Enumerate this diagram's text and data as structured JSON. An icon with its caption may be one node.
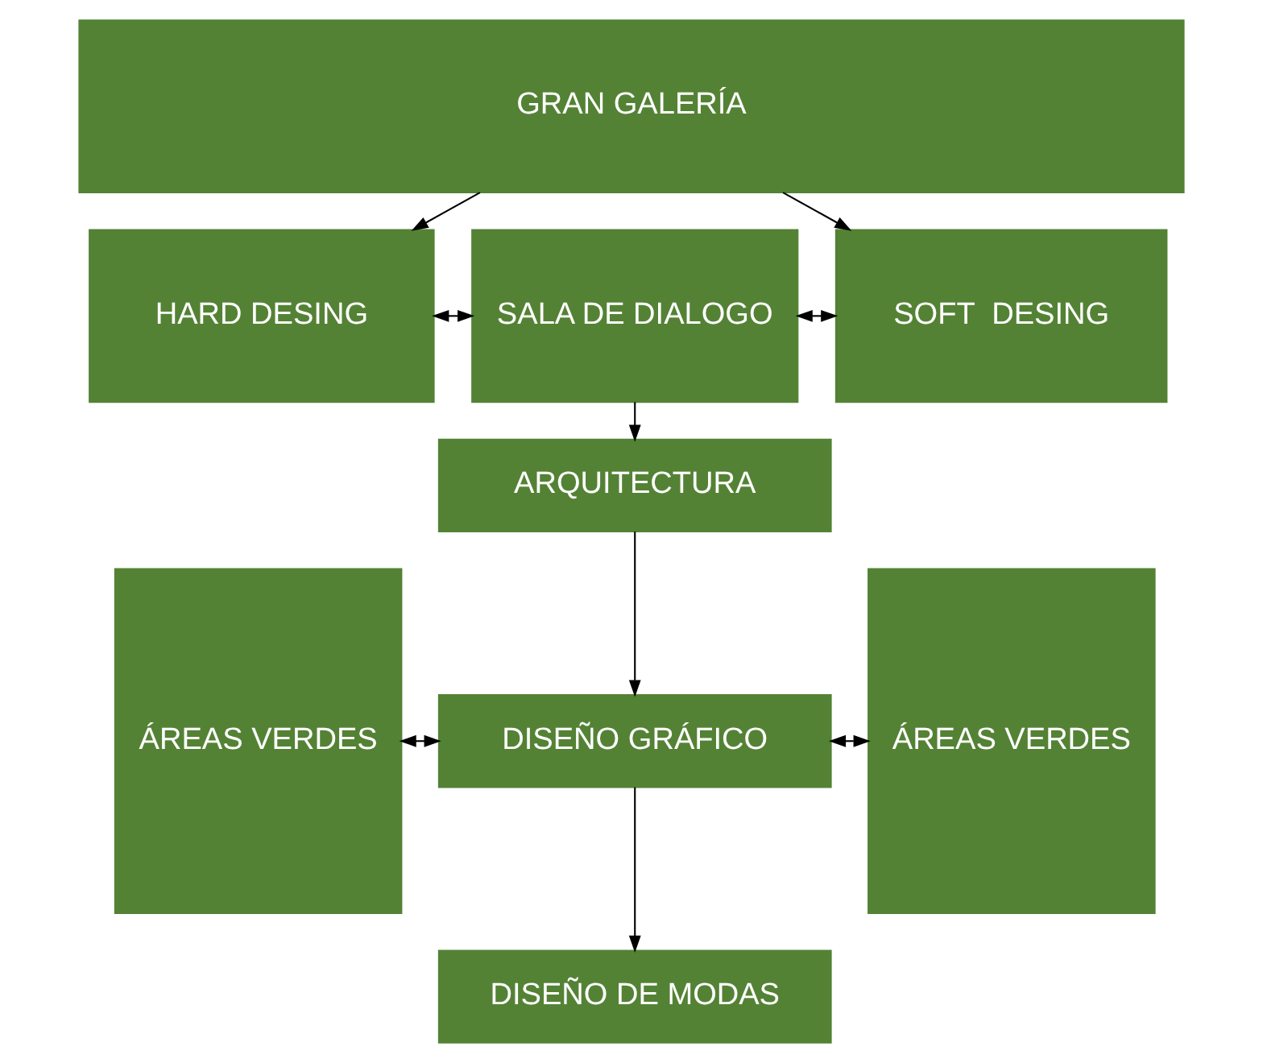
{
  "diagram": {
    "nodes": [
      {
        "text": [
          "GRAN GALERÍA"
        ]
      },
      {
        "text": [
          "HARD DESING"
        ]
      },
      {
        "text": [
          "SALA DE DIALOGO"
        ]
      },
      {
        "text": [
          "SOFT  DESING"
        ]
      },
      {
        "text": [
          "ÁREAS VERDES"
        ]
      },
      {
        "text": [
          "ARQUITECTURA"
        ]
      },
      {
        "text": [
          "DISEÑO GRÁFICO"
        ]
      },
      {
        "text": [
          "ÁREAS VERDES"
        ]
      },
      {
        "text": [
          "DISEÑO DE MODAS"
        ]
      }
    ],
    "edges": [
      {
        "from": 0,
        "to": 1,
        "arrow": "to"
      },
      {
        "from": 0,
        "to": 3,
        "arrow": "to"
      },
      {
        "from": 1,
        "to": 2,
        "arrow": "both"
      },
      {
        "from": 2,
        "to": 3,
        "arrow": "both"
      },
      {
        "from": 2,
        "to": 5,
        "arrow": "to"
      },
      {
        "from": 5,
        "to": 6,
        "arrow": "to"
      },
      {
        "from": 4,
        "to": 6,
        "arrow": "both"
      },
      {
        "from": 6,
        "to": 7,
        "arrow": "both"
      },
      {
        "from": 6,
        "to": 8,
        "arrow": "to"
      }
    ]
  }
}
